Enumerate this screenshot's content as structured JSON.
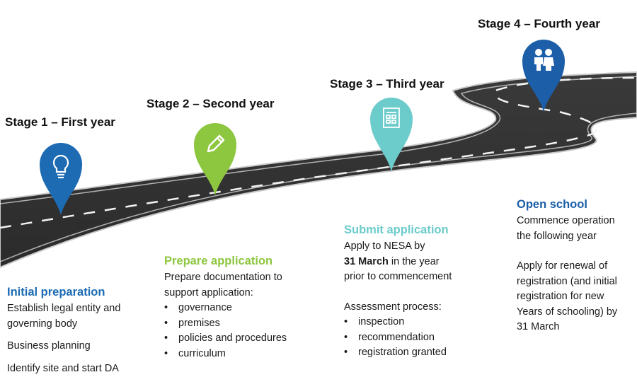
{
  "stages": [
    {
      "title": "Stage 1 – First year",
      "heading": "Initial preparation",
      "color": "#1c6bb3",
      "icon": "lightbulb-icon"
    },
    {
      "title": "Stage 2 – Second year",
      "heading": "Prepare application",
      "color": "#8dc63f",
      "icon": "pencil-icon"
    },
    {
      "title": "Stage 3 – Third year",
      "heading": "Submit application",
      "color": "#6ccbcb",
      "icon": "document-icon"
    },
    {
      "title": "Stage 4 – Fourth year",
      "heading": "Open school",
      "color": "#1c5ea8",
      "icon": "children-icon"
    }
  ],
  "stage1": {
    "lines": [
      "Establish legal entity and governing body",
      "Business planning",
      "Identify site and start DA"
    ]
  },
  "stage2": {
    "intro": "Prepare documentation to support application:",
    "items": [
      "governance",
      "premises",
      "policies and procedures",
      "curriculum"
    ]
  },
  "stage3": {
    "line1": "Apply to NESA by",
    "bold_date": "31 March",
    "line2_rest": " in the year",
    "line3": "prior to commencement",
    "assessment_label": "Assessment process:",
    "items": [
      "inspection",
      "recommendation",
      "registration granted"
    ]
  },
  "stage4": {
    "p1": "Commence operation the following year",
    "p2": "Apply for renewal of registration (and initial registration for new Years of schooling) by 31 March"
  }
}
